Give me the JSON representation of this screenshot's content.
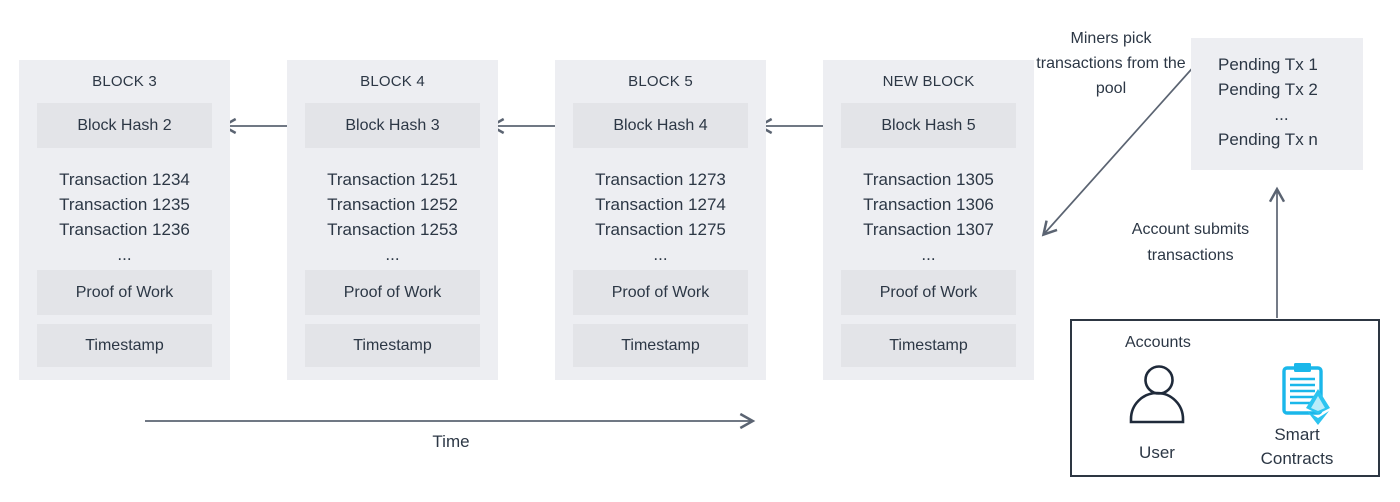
{
  "diagram": {
    "blocks": [
      {
        "title": "BLOCK 3",
        "hash": "Block Hash 2",
        "transactions": [
          "Transaction 1234",
          "Transaction 1235",
          "Transaction 1236"
        ],
        "ellipsis": "...",
        "proof": "Proof of Work",
        "timestamp": "Timestamp"
      },
      {
        "title": "BLOCK 4",
        "hash": "Block Hash 3",
        "transactions": [
          "Transaction 1251",
          "Transaction 1252",
          "Transaction 1253"
        ],
        "ellipsis": "...",
        "proof": "Proof of Work",
        "timestamp": "Timestamp"
      },
      {
        "title": "BLOCK 5",
        "hash": "Block Hash 4",
        "transactions": [
          "Transaction 1273",
          "Transaction 1274",
          "Transaction 1275"
        ],
        "ellipsis": "...",
        "proof": "Proof of Work",
        "timestamp": "Timestamp"
      },
      {
        "title": "NEW BLOCK",
        "hash": "Block Hash 5",
        "transactions": [
          "Transaction 1305",
          "Transaction 1306",
          "Transaction 1307"
        ],
        "ellipsis": "...",
        "proof": "Proof of Work",
        "timestamp": "Timestamp"
      }
    ],
    "time_label": "Time",
    "miners_note": "Miners pick transactions from the pool",
    "pending_pool": {
      "items": [
        "Pending Tx 1",
        "Pending Tx 2",
        "...",
        "Pending Tx n"
      ]
    },
    "account_note": "Account submits transactions",
    "accounts_panel": {
      "title": "Accounts",
      "user_label": "User",
      "smart_contracts_label": "Smart Contracts"
    },
    "colors": {
      "block_bg": "#edeef2",
      "inner_bg": "#e3e4e8",
      "text": "#2c3745",
      "arrow": "#5b6472",
      "accent_cyan": "#1ab7ea",
      "panel_border": "#2d3642"
    }
  }
}
